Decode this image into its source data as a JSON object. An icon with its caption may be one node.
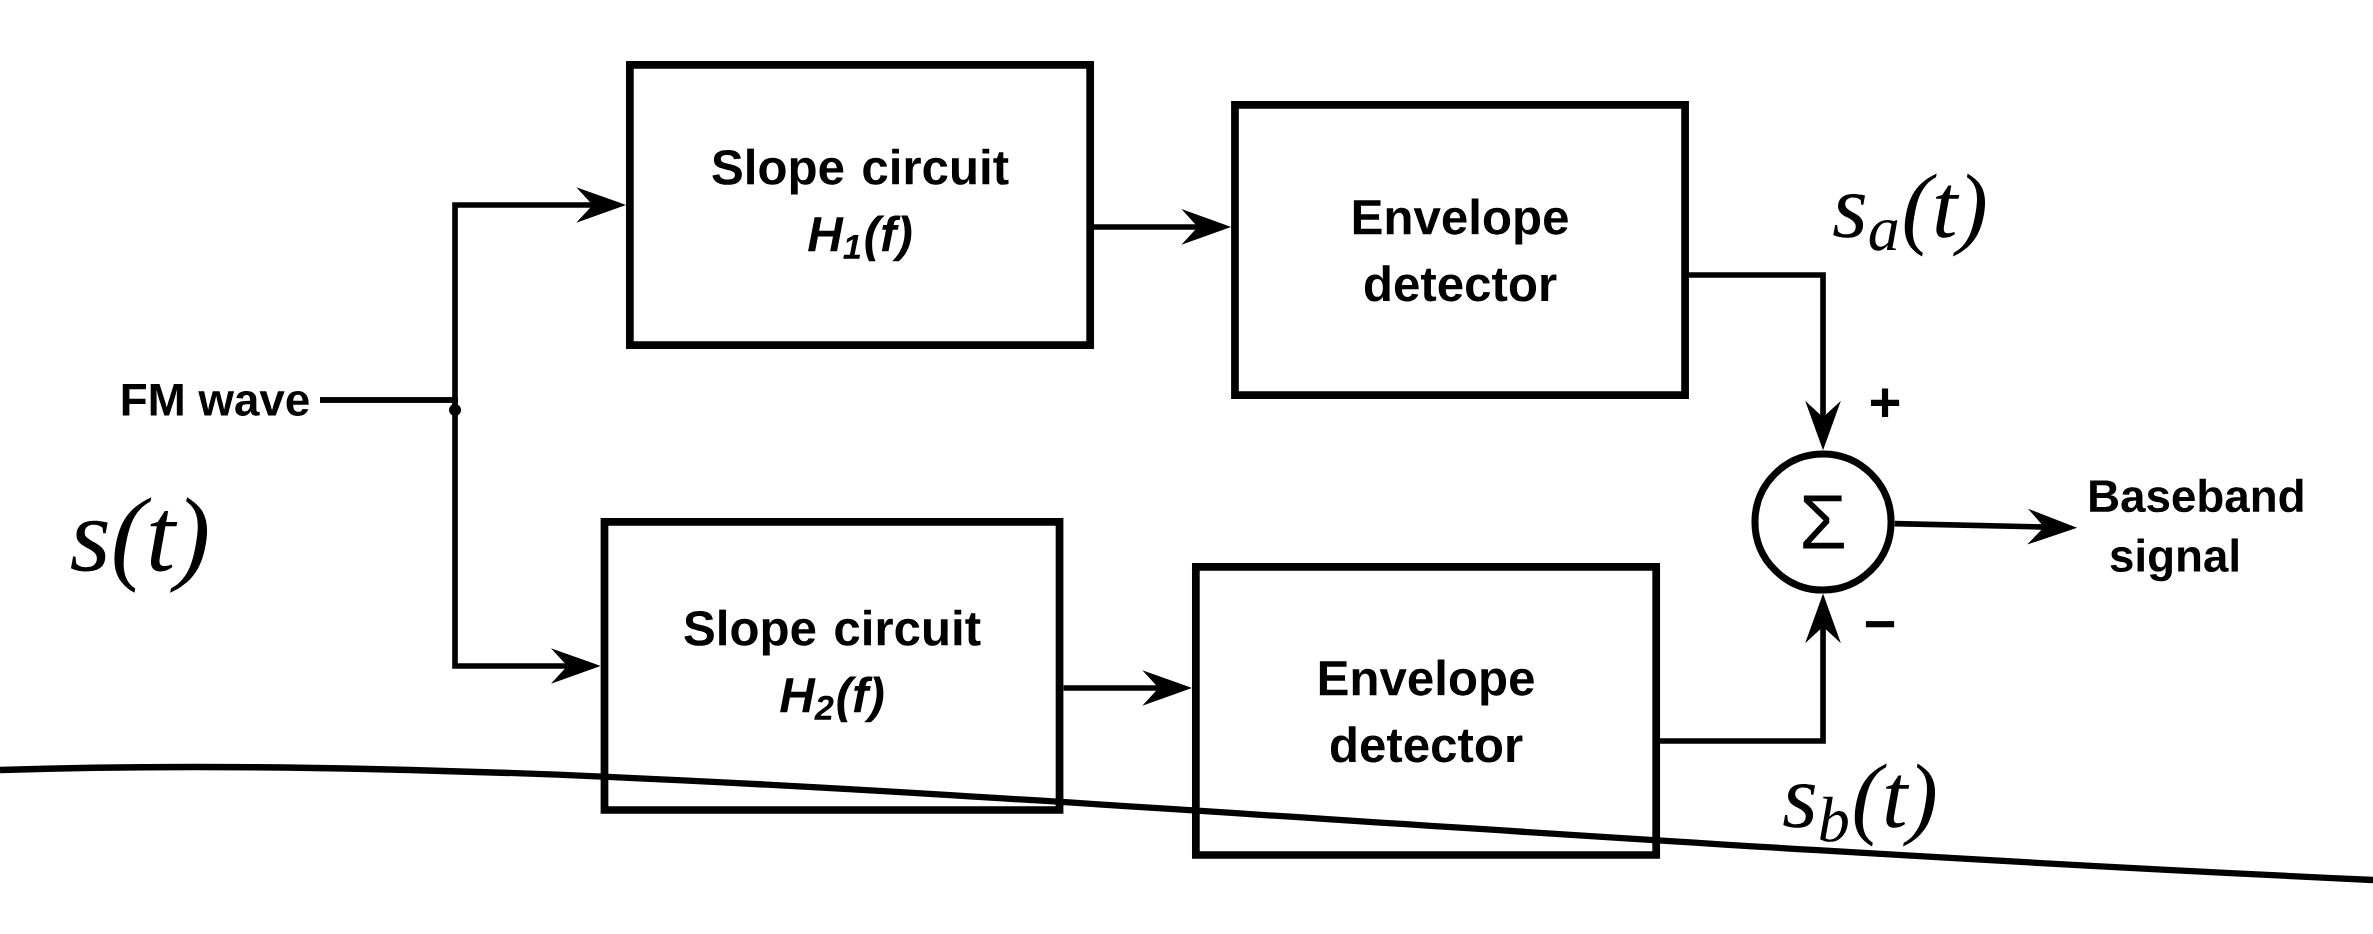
{
  "diagram": {
    "nodes": [
      {
        "text": [
          "FM wave"
        ],
        "beside": [
          "s(t)"
        ]
      },
      {
        "text": [
          "Slope circuit",
          "H$_{1}$(f)"
        ]
      },
      {
        "text": [
          "Envelope detector"
        ]
      },
      {
        "text": [
          "Slope circuit",
          "H$_{2}$(f)"
        ]
      },
      {
        "text": [
          "Envelope detector"
        ]
      },
      {
        "text": [
          "Σ"
        ]
      },
      {
        "text": [
          "Baseband signal"
        ]
      }
    ],
    "edges": [
      {
        "from": 0,
        "to": 1,
        "arrow": "to"
      },
      {
        "from": 0,
        "to": 3,
        "arrow": "to"
      },
      {
        "from": 1,
        "to": 2,
        "arrow": "to"
      },
      {
        "from": 3,
        "to": 4,
        "arrow": "to"
      },
      {
        "from": 2,
        "to": 5,
        "arrow": "to",
        "label": "s$_{a}$(t)"
      },
      {
        "from": 4,
        "to": 5,
        "arrow": "to",
        "label": "s$_{b}$(t)"
      },
      {
        "from": 5,
        "to": 6,
        "arrow": "to"
      }
    ],
    "labels": [
      "+",
      "−"
    ]
  }
}
